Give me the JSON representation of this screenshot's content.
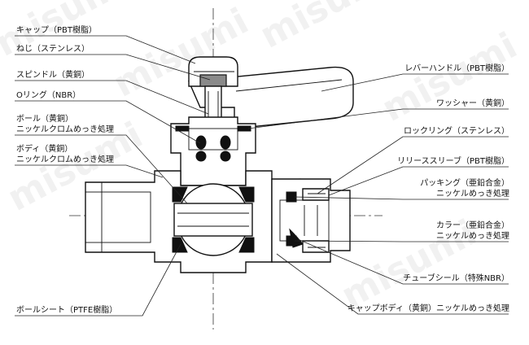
{
  "watermark": "misumi",
  "labels": {
    "cap": "キャップ（PBT樹脂）",
    "screw": "ねじ（ステンレス）",
    "spindle": "スピンドル（黄銅）",
    "oring": "Oリング（NBR）",
    "ball_1": "ボール（黄銅）",
    "ball_2": "ニッケルクロムめっき処理",
    "body_1": "ボディ（黄銅）",
    "body_2": "ニッケルクロムめっき処理",
    "ball_seat": "ボールシート（PTFE樹脂）",
    "lever": "レバーハンドル（PBT樹脂）",
    "washer": "ワッシャー（黄銅）",
    "lock_ring": "ロックリング（ステンレス）",
    "release_sleeve": "リリーススリーブ（PBT樹脂）",
    "packing_1": "パッキング（亜鉛合金）",
    "packing_2": "ニッケルめっき処理",
    "collar_1": "カラー（亜鉛合金）",
    "collar_2": "ニッケルめっき処理",
    "tube_seal": "チューブシール（特殊NBR）",
    "cap_body": "キャップボディ（黄銅）ニッケルめっき処理"
  }
}
